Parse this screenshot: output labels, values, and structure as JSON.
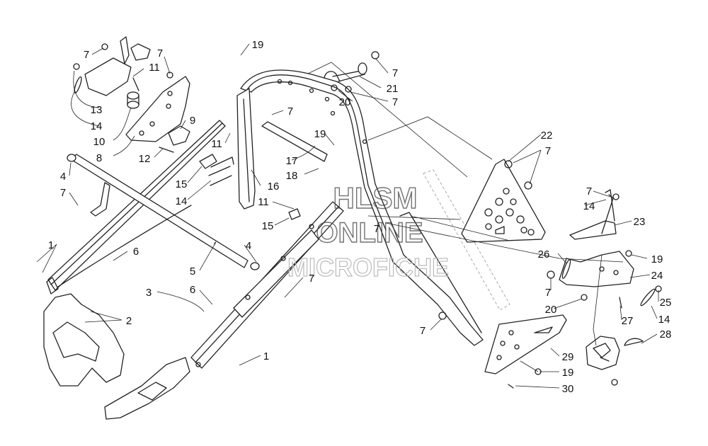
{
  "watermark": {
    "line1": "HLSM",
    "line2": "ONLINE",
    "line3": "MICROFICHE"
  },
  "callouts": [
    {
      "label": "7"
    },
    {
      "label": "7"
    },
    {
      "label": "11"
    },
    {
      "label": "13"
    },
    {
      "label": "14"
    },
    {
      "label": "10"
    },
    {
      "label": "8"
    },
    {
      "label": "9"
    },
    {
      "label": "12"
    },
    {
      "label": "11"
    },
    {
      "label": "19"
    },
    {
      "label": "7"
    },
    {
      "label": "17"
    },
    {
      "label": "18"
    },
    {
      "label": "19"
    },
    {
      "label": "16"
    },
    {
      "label": "15"
    },
    {
      "label": "14"
    },
    {
      "label": "4"
    },
    {
      "label": "7"
    },
    {
      "label": "1"
    },
    {
      "label": "6"
    },
    {
      "label": "4"
    },
    {
      "label": "5"
    },
    {
      "label": "3"
    },
    {
      "label": "6"
    },
    {
      "label": "2"
    },
    {
      "label": "1"
    },
    {
      "label": "11"
    },
    {
      "label": "15"
    },
    {
      "label": "7"
    },
    {
      "label": "7"
    },
    {
      "label": "7"
    },
    {
      "label": "21"
    },
    {
      "label": "20"
    },
    {
      "label": "7"
    },
    {
      "label": "22"
    },
    {
      "label": "7"
    },
    {
      "label": "7"
    },
    {
      "label": "14"
    },
    {
      "label": "23"
    },
    {
      "label": "26"
    },
    {
      "label": "19"
    },
    {
      "label": "24"
    },
    {
      "label": "7"
    },
    {
      "label": "20"
    },
    {
      "label": "25"
    },
    {
      "label": "14"
    },
    {
      "label": "27"
    },
    {
      "label": "28"
    },
    {
      "label": "7"
    },
    {
      "label": "29"
    },
    {
      "label": "19"
    },
    {
      "label": "30"
    }
  ]
}
